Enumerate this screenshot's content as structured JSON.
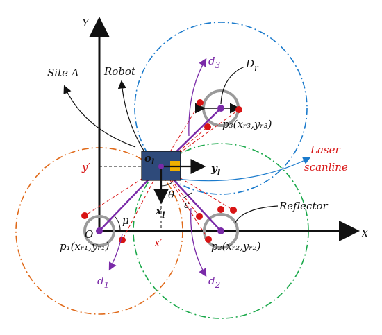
{
  "labels": {
    "y_axis": "Y",
    "x_axis": "X",
    "origin": "O",
    "site_a": "Site A",
    "robot": "Robot",
    "reflector": "Reflector",
    "laser": "Laser",
    "scanline": "scanline",
    "d1": "d",
    "d1_sub": "1",
    "d2": "d",
    "d2_sub": "2",
    "d3": "d",
    "d3_sub": "3",
    "dr": "D",
    "dr_sub": "r",
    "p1": "p₁(xᵣ₁,yᵣ₁)",
    "p2": "p₂(xᵣ₂,yᵣ₂)",
    "p3": "p₃(xᵣ₃,yᵣ₃)",
    "y_prime": "y′",
    "x_prime": "x′",
    "ol": "o",
    "ol_sub": "l",
    "yl": "y",
    "yl_sub": "l",
    "xl": "x",
    "xl_sub": "l",
    "theta": "θ",
    "mu": "μ",
    "epsilon": "ε"
  },
  "colors": {
    "axis": "#111111",
    "orange_circle": "#e06a1a",
    "green_circle": "#1aa84a",
    "blue_circle": "#1a7acc",
    "reflector_ring": "#9a9a9a",
    "purple": "#7a2aa8",
    "red": "#d81414",
    "robot_body": "#2e4a7a",
    "robot_accent": "#f0b000"
  }
}
